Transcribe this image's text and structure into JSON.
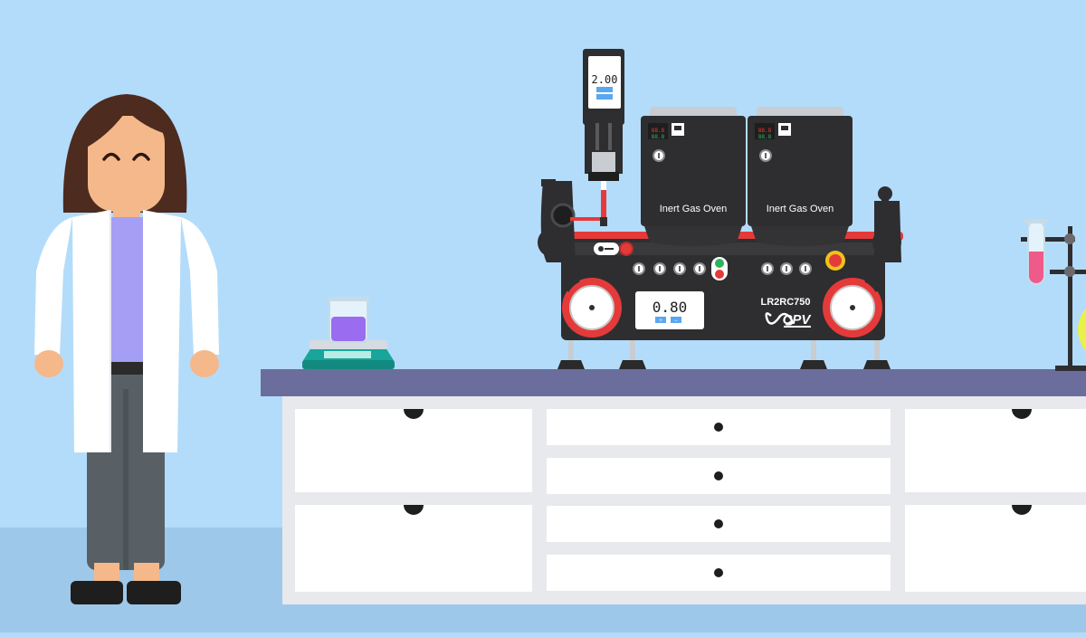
{
  "syringe_pump": {
    "display_value": "2.00"
  },
  "ovens": [
    {
      "label": "Inert Gas Oven"
    },
    {
      "label": "Inert Gas Oven"
    }
  ],
  "reactor": {
    "model": "LR2RC750",
    "brand": "CPV",
    "flow_display": "0.80"
  },
  "colors": {
    "background": "#b3dcfa",
    "floor": "#9ec8ea",
    "bench_top": "#6b6e9c",
    "machine_body": "#2e2e30",
    "accent_red": "#e53a3a",
    "liquid_purple": "#9a6cf0",
    "liquid_pink": "#ee5a8a",
    "scale_teal": "#18a59a"
  },
  "icons": [
    "scientist",
    "beaker",
    "scale",
    "syringe-pump",
    "oven",
    "reactor",
    "test-tube",
    "retort-stand"
  ]
}
